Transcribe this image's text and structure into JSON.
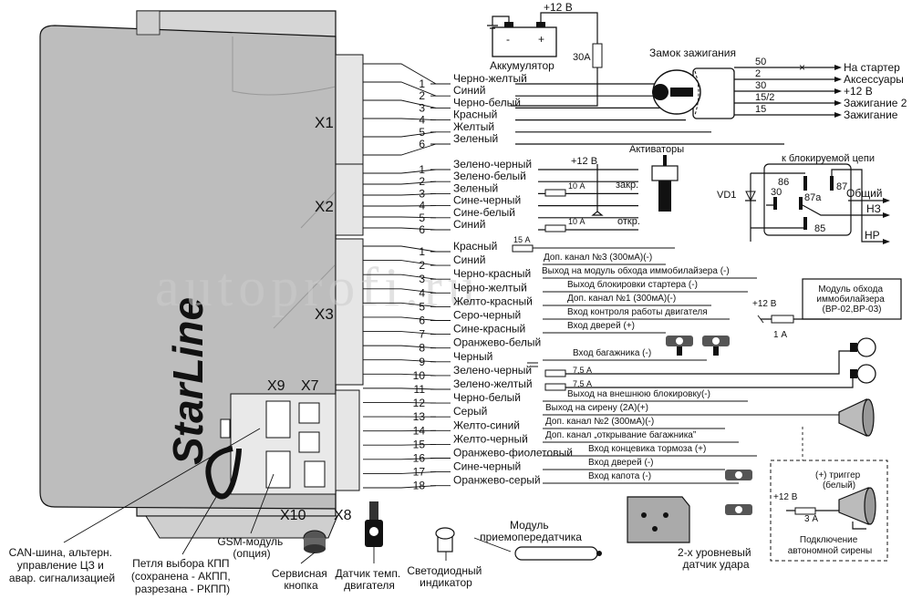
{
  "brand": {
    "logo_text": "StarLine",
    "watermark": "autoprofi.ru"
  },
  "connectors": {
    "x1": "X1",
    "x2": "X2",
    "x3": "X3",
    "x7": "X7",
    "x8": "X8",
    "x9": "X9",
    "x10": "X10"
  },
  "top": {
    "plus12": "+12 В",
    "battery_label": "Аккумулятор",
    "battery_minus": "-",
    "battery_plus": "+",
    "fuse30": "30A",
    "ignition_label": "Замок зажигания",
    "terminals": [
      "50",
      "2",
      "30",
      "15/2",
      "15"
    ],
    "outputs": [
      "На стартер",
      "Аксессуары",
      "+12 В",
      "Зажигание 2",
      "Зажигание"
    ]
  },
  "x1_wires": [
    {
      "num": "1",
      "label": "Черно-желтый"
    },
    {
      "num": "2",
      "label": "Синий"
    },
    {
      "num": "3",
      "label": "Черно-белый"
    },
    {
      "num": "4",
      "label": "Красный"
    },
    {
      "num": "5",
      "label": "Желтый"
    },
    {
      "num": "6",
      "label": "Зеленый"
    }
  ],
  "x2_wires": [
    {
      "num": "1",
      "label": "Зелено-черный"
    },
    {
      "num": "2",
      "label": "Зелено-белый"
    },
    {
      "num": "3",
      "label": "Зеленый"
    },
    {
      "num": "4",
      "label": "Сине-черный"
    },
    {
      "num": "5",
      "label": "Сине-белый"
    },
    {
      "num": "6",
      "label": "Синий"
    }
  ],
  "x3_wires": [
    {
      "num": "1",
      "label": "Красный"
    },
    {
      "num": "2",
      "label": "Синий"
    },
    {
      "num": "3",
      "label": "Черно-красный"
    },
    {
      "num": "4",
      "label": "Черно-желтый"
    },
    {
      "num": "5",
      "label": "Желто-красный"
    },
    {
      "num": "6",
      "label": "Серо-черный"
    },
    {
      "num": "7",
      "label": "Сине-красный"
    },
    {
      "num": "8",
      "label": "Оранжево-белый"
    },
    {
      "num": "9",
      "label": "Черный"
    },
    {
      "num": "10",
      "label": "Зелено-черный"
    },
    {
      "num": "11",
      "label": "Зелено-желтый"
    },
    {
      "num": "12",
      "label": "Черно-белый"
    },
    {
      "num": "13",
      "label": "Серый"
    },
    {
      "num": "14",
      "label": "Желто-синий"
    },
    {
      "num": "15",
      "label": "Желто-черный"
    },
    {
      "num": "16",
      "label": "Оранжево-фиолетовый"
    },
    {
      "num": "17",
      "label": "Сине-черный"
    },
    {
      "num": "18",
      "label": "Оранжево-серый"
    }
  ],
  "x2_extra": {
    "plus12": "+12 В",
    "activators": "Активаторы",
    "fuse1": "10 А",
    "fuse2": "10 А",
    "close": "закр.",
    "open": "откр."
  },
  "x3_notes": {
    "fuse15": "15 А",
    "ch3": "Доп. канал №3 (300мА)(-)",
    "immo_out": "Выход на модуль обхода иммобилайзера (-)",
    "starter_block": "Выход блокировки стартера (-)",
    "ch1": "Доп. канал №1 (300мА)(-)",
    "engine_ctrl": "Вход контроля работы двигателя",
    "doors_plus": "Вход дверей (+)",
    "trunk_in": "Вход багажника (-)",
    "fuse75a": "7,5 А",
    "fuse75b": "7,5 А",
    "ext_block": "Выход на внешнюю блокировку(-)",
    "siren_out": "Выход на сирену (2А)(+)",
    "ch2": "Доп. канал №2 (300мА)(-)",
    "trunk_open": "Доп. канал „открывание багажника”",
    "brake": "Вход концевика тормоза (+)",
    "doors_minus": "Вход дверей (-)",
    "hood": "Вход капота (-)"
  },
  "relay": {
    "title": "к блокируемой цепи",
    "p86": "86",
    "p87": "87",
    "p30": "30",
    "p87a": "87a",
    "p85": "85",
    "vd1": "VD1",
    "common": "Общий",
    "nz": "НЗ",
    "nr": "НР"
  },
  "immo_module": {
    "label": "Модуль обхода иммобилайзера (BP-02,BP-03)",
    "plus12": "+12 В",
    "fuse": "1 А"
  },
  "siren_box": {
    "trigger": "(+) триггер (белый)",
    "plus12": "+12 В",
    "fuse": "3 А",
    "label": "Подключение автономной сирены"
  },
  "bottom_labels": {
    "can": "CAN-шина, альтерн. управление ЦЗ и авар. сигнализацией",
    "loop": "Петля выбора КПП (сохранена - АКПП, разрезана - РКПП)",
    "gsm": "GSM-модуль (опция)",
    "service": "Сервисная кнопка",
    "temp": "Датчик темп. двигателя",
    "led": "Светодиодный индикатор",
    "module": "Модуль приемопередатчика",
    "shock": "2-х уровневый датчик удара"
  }
}
